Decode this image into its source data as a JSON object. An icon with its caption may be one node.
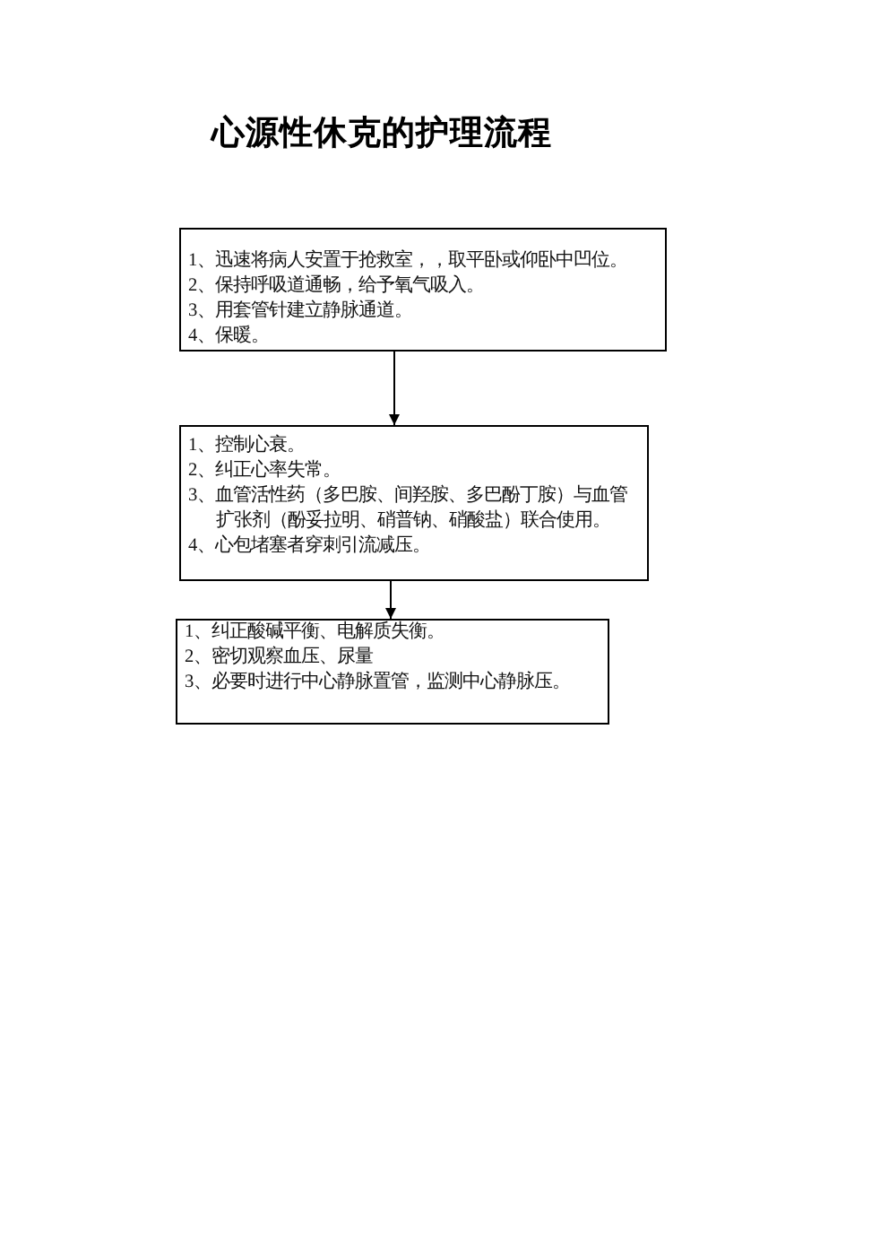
{
  "diagram": {
    "title": "心源性休克的护理流程",
    "nodes": [
      {
        "text": [
          "1、迅速将病人安置于抢救室，，取平卧或仰卧中凹位。",
          "2、保持呼吸道通畅，给予氧气吸入。",
          "3、用套管针建立静脉通道。",
          "4、保暖。"
        ]
      },
      {
        "text": [
          "1、控制心衰。",
          "2、纠正心率失常。",
          "3、血管活性药（多巴胺、间羟胺、多巴酚丁胺）与血管扩张剂（酚妥拉明、硝普钠、硝酸盐）联合使用。",
          "4、心包堵塞者穿刺引流减压。"
        ]
      },
      {
        "text": [
          "1、纠正酸碱平衡、电解质失衡。",
          "2、密切观察血压、尿量",
          "3、必要时进行中心静脉置管，监测中心静脉压。"
        ]
      }
    ],
    "edges": [
      {
        "from": 0,
        "to": 1,
        "arrow": "to"
      },
      {
        "from": 1,
        "to": 2,
        "arrow": "to"
      }
    ]
  }
}
